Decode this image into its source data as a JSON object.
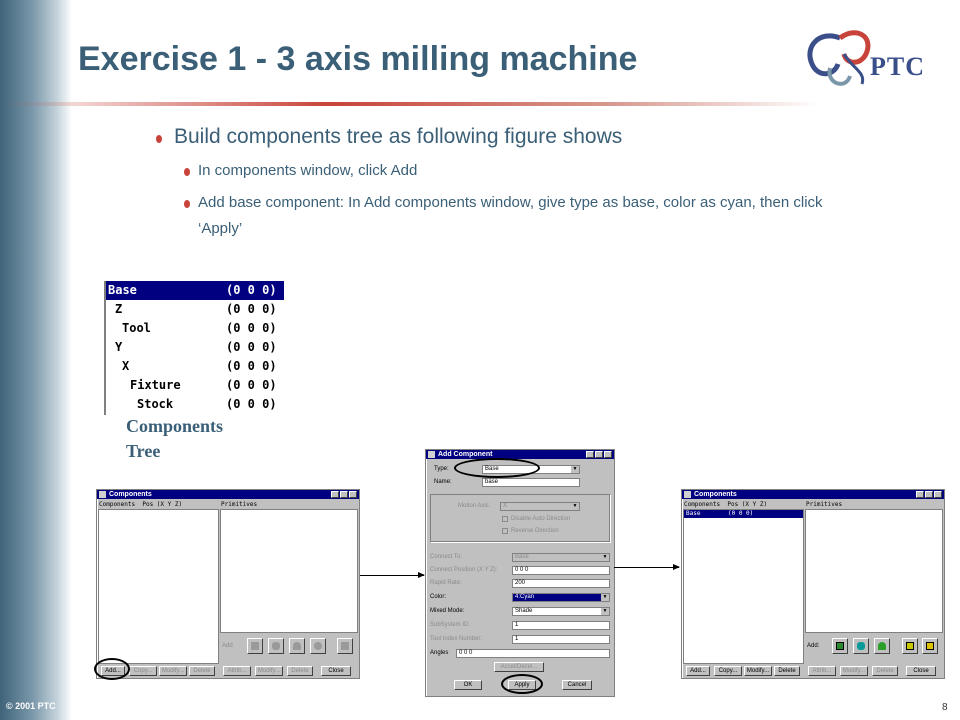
{
  "slide": {
    "title": "Exercise 1 - 3 axis milling machine",
    "logo_text": "PTC",
    "footer": "© 2001 PTC",
    "page_number": "8",
    "colors": {
      "title": "#3a5f77",
      "bullet": "#c8443a",
      "titlebar": "#000080"
    }
  },
  "bullets": {
    "main": "Build components tree as following figure shows",
    "sub1": "In components window, click Add",
    "sub2_line1": "Add base component: In Add components window, give type as base, color as cyan, then click",
    "sub2_line2": "‘Apply’"
  },
  "tree": {
    "rows": [
      {
        "name": "Base",
        "pos": "(0 0 0)"
      },
      {
        "name": "Z",
        "pos": "(0 0 0)"
      },
      {
        "name": "Tool",
        "pos": "(0 0 0)"
      },
      {
        "name": "Y",
        "pos": "(0 0 0)"
      },
      {
        "name": "X",
        "pos": "(0 0 0)"
      },
      {
        "name": "Fixture",
        "pos": "(0 0 0)"
      },
      {
        "name": "Stock",
        "pos": "(0 0 0)"
      }
    ],
    "caption_line1": "Components",
    "caption_line2": "Tree"
  },
  "components_window": {
    "title": "Components",
    "col_header": "Components  Pos (X Y Z)",
    "primitives_header": "Primitives",
    "add_label": "Add",
    "buttons": {
      "add": "Add...",
      "copy": "Copy...",
      "modify": "Modify...",
      "delete": "Delete",
      "attrib": "Attrib...",
      "modify2": "Modify...",
      "delete2": "Delete",
      "close": "Close"
    }
  },
  "add_component": {
    "title": "Add Component",
    "type_label": "Type:",
    "type_value": "Base",
    "name_label": "Name:",
    "name_value": "base",
    "motion_axis_label": "Motion Axis:",
    "motion_axis_value": "X",
    "disable_auto": "Disable Auto Direction",
    "reverse_dir": "Reverse Direction",
    "connect_to_label": "Connect To:",
    "connect_to_value": "Base",
    "connect_pos_label": "Connect Position (X Y Z):",
    "connect_pos_value": "0 0 0",
    "rapid_rate_label": "Rapid Rate:",
    "rapid_rate_value": "200",
    "color_label": "Color:",
    "color_value": "4:Cyan",
    "mixed_mode_label": "Mixed Mode:",
    "mixed_mode_value": "Shade",
    "subsystem_label": "SubSystem ID:",
    "subsystem_value": "1",
    "tool_index_label": "Tool Index Number:",
    "tool_index_value": "1",
    "angles_label": "Angles",
    "angles_value": "0 0 0",
    "accel_button": "Accel/Decel...",
    "ok": "OK",
    "apply": "Apply",
    "cancel": "Cancel"
  },
  "components_window_after": {
    "title": "Components",
    "col_header": "Components  Pos (X Y Z)",
    "primitives_header": "Primitives",
    "row_name": "Base",
    "row_pos": "(0 0 0)",
    "add_label": "Add:",
    "buttons": {
      "add": "Add...",
      "copy": "Copy...",
      "modify": "Modify...",
      "delete": "Delete",
      "attrib": "Attrib...",
      "modify2": "Modify...",
      "delete2": "Delete",
      "close": "Close"
    }
  }
}
